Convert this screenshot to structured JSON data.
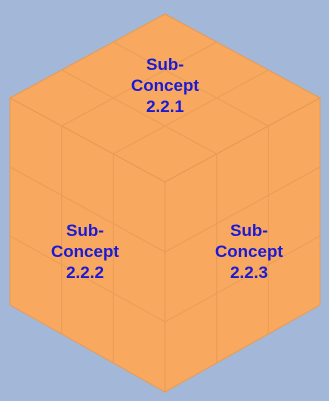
{
  "diagram": {
    "colors": {
      "background": "#a3b8d9",
      "cube_fill": "#f8a95f",
      "cube_edge": "#e69a55",
      "label_text": "#1a1ad6"
    },
    "grid_divisions": 3,
    "faces": [
      {
        "id": "top",
        "label": "Sub-\nConcept\n2.2.1"
      },
      {
        "id": "left",
        "label": "Sub-\nConcept\n2.2.2"
      },
      {
        "id": "right",
        "label": "Sub-\nConcept\n2.2.3"
      }
    ]
  }
}
